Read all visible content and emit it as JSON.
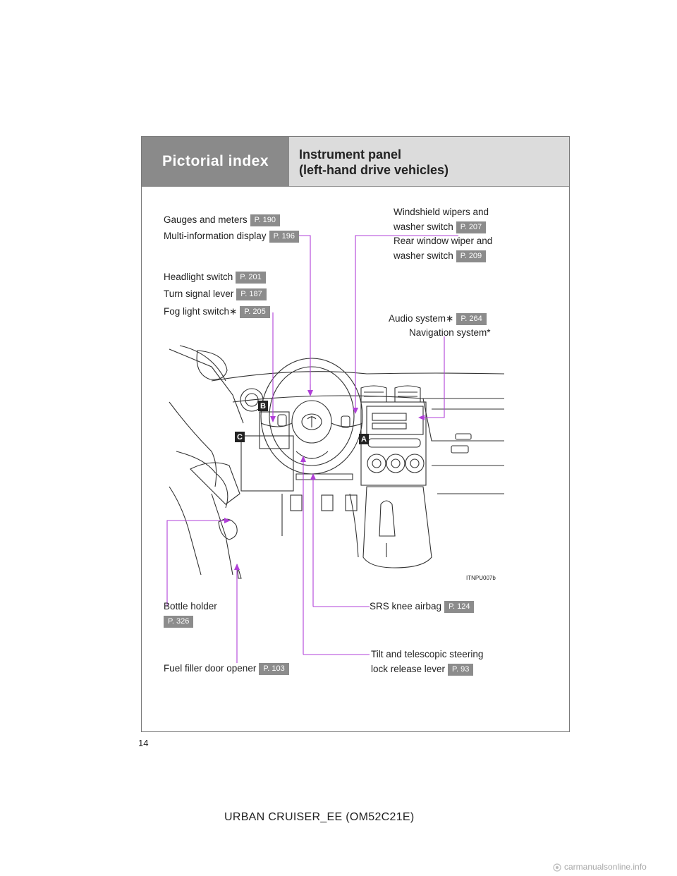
{
  "header": {
    "section": "Pictorial index",
    "title_line1": "Instrument panel",
    "title_line2": "(left-hand drive vehicles)"
  },
  "labels": {
    "gauges": {
      "text": "Gauges and meters",
      "page": "P. 190"
    },
    "multi_info": {
      "text": "Multi-information display",
      "page": "P. 196"
    },
    "headlight": {
      "text": "Headlight switch",
      "page": "P. 201"
    },
    "turn_signal": {
      "text": "Turn signal lever",
      "page": "P. 187"
    },
    "fog_light": {
      "text": "Fog light switch∗",
      "page": "P. 205"
    },
    "wipers_line1": "Windshield wipers and",
    "wipers_line2": "washer switch",
    "wipers_page": "P. 207",
    "rear_wiper_line1": "Rear window wiper and",
    "rear_wiper_line2": "washer switch",
    "rear_wiper_page": "P. 209",
    "audio": {
      "text": "Audio system∗",
      "page": "P. 264"
    },
    "navigation": "Navigation system*",
    "bottle_holder": {
      "text": "Bottle holder",
      "page": "P. 326"
    },
    "srs_knee": {
      "text": "SRS knee airbag",
      "page": "P. 124"
    },
    "tilt_line1": "Tilt and telescopic steering",
    "tilt_line2": "lock release lever",
    "tilt_page": "P. 93",
    "fuel_filler": {
      "text": "Fuel filler door opener",
      "page": "P. 103"
    }
  },
  "callouts": {
    "a": "A",
    "b": "B",
    "c": "C"
  },
  "illustration_code": "ITNPU007b",
  "page_number": "14",
  "footer": "URBAN CRUISER_EE (OM52C21E)",
  "watermark": "carmanualsonline.info",
  "colors": {
    "leader": "#b040d8",
    "badge": "#8c8c8c",
    "section_bg": "#8a8a8a",
    "title_bg": "#dcdcdc"
  }
}
